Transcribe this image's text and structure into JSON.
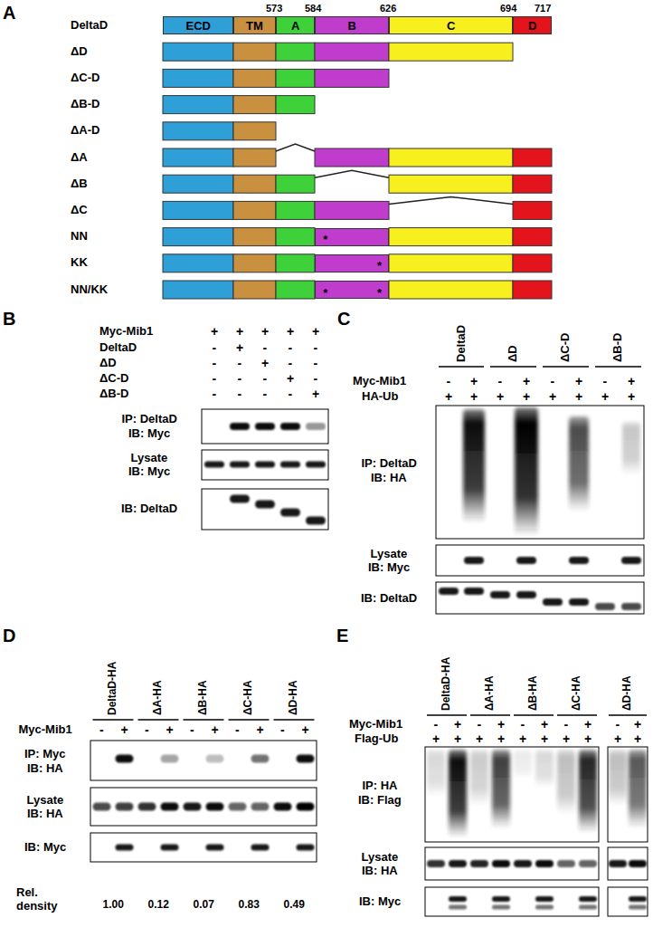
{
  "diagram": {
    "nodes": [
      {
        "text": [
          "ECD"
        ]
      },
      {
        "text": [
          "TM"
        ]
      },
      {
        "text": [
          "A"
        ]
      },
      {
        "text": [
          "B"
        ]
      },
      {
        "text": [
          "C"
        ]
      },
      {
        "text": [
          "D"
        ]
      },
      {
        "text": [
          "*"
        ]
      },
      {
        "text": [
          "*"
        ]
      },
      {
        "text": [
          "*",
          "*"
        ]
      }
    ],
    "labels": [
      "A",
      "573",
      "584",
      "626",
      "694",
      "717",
      "DeltaD",
      "ΔD",
      "ΔC-D",
      "ΔB-D",
      "ΔA-D",
      "ΔA",
      "ΔB",
      "ΔC",
      "NN",
      "KK",
      "NN/KK",
      "B",
      "Myc-Mib1",
      "+",
      "+",
      "+",
      "+",
      "+",
      "DeltaD",
      "-",
      "+",
      "-",
      "-",
      "-",
      "ΔD",
      "-",
      "-",
      "+",
      "-",
      "-",
      "ΔC-D",
      "-",
      "-",
      "-",
      "+",
      "-",
      "ΔB-D",
      "-",
      "-",
      "-",
      "-",
      "+",
      "IP: DeltaD",
      "IB: Myc",
      "Lysate",
      "IB: Myc",
      "IB: DeltaD",
      "C",
      "DeltaD",
      "ΔD",
      "ΔC-D",
      "ΔB-D",
      "Myc-Mib1",
      "-",
      "+",
      "-",
      "+",
      "-",
      "+",
      "-",
      "+",
      "HA-Ub",
      "+",
      "+",
      "+",
      "+",
      "+",
      "+",
      "+",
      "+",
      "IP: DeltaD",
      "IB: HA",
      "Lysate",
      "IB: Myc",
      "IB: DeltaD",
      "D",
      "DeltaD-HA",
      "ΔA-HA",
      "ΔB-HA",
      "ΔC-HA",
      "ΔD-HA",
      "Myc-Mib1",
      "-",
      "+",
      "-",
      "+",
      "-",
      "+",
      "-",
      "+",
      "-",
      "+",
      "IP: Myc",
      "IB: HA",
      "Lysate",
      "IB: HA",
      "IB: Myc",
      "Rel. density",
      "1.00",
      "0.12",
      "0.07",
      "0.83",
      "0.49",
      "E",
      "DeltaD-HA",
      "ΔA-HA",
      "ΔB-HA",
      "ΔC-HA",
      "ΔD-HA",
      "Myc-Mib1",
      "-",
      "+",
      "-",
      "+",
      "-",
      "+",
      "-",
      "+",
      "-",
      "+",
      "Flag-Ub",
      "+",
      "+",
      "+",
      "+",
      "+",
      "+",
      "+",
      "+",
      "+",
      "+",
      "IP: HA",
      "IB: Flag",
      "Lysate",
      "IB: HA",
      "IB: Myc"
    ]
  }
}
